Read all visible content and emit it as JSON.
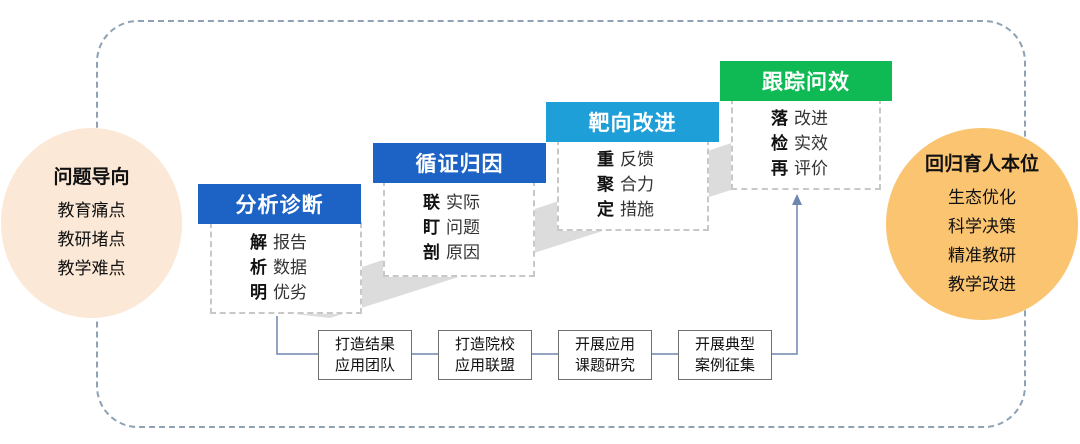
{
  "left_circle": {
    "title": "问题导向",
    "items": [
      "教育痛点",
      "教研堵点",
      "教学难点"
    ]
  },
  "right_circle": {
    "title": "回归育人本位",
    "items": [
      "生态优化",
      "科学决策",
      "精准教研",
      "教学改进"
    ]
  },
  "steps": [
    {
      "title": "分析诊断",
      "color": "#1d63c6",
      "lines": [
        {
          "key": "解",
          "text": "报告"
        },
        {
          "key": "析",
          "text": "数据"
        },
        {
          "key": "明",
          "text": "优劣"
        }
      ]
    },
    {
      "title": "循证归因",
      "color": "#1d63c6",
      "lines": [
        {
          "key": "联",
          "text": "实际"
        },
        {
          "key": "盯",
          "text": "问题"
        },
        {
          "key": "剖",
          "text": "原因"
        }
      ]
    },
    {
      "title": "靶向改进",
      "color": "#1f9fd8",
      "lines": [
        {
          "key": "重",
          "text": "反馈"
        },
        {
          "key": "聚",
          "text": "合力"
        },
        {
          "key": "定",
          "text": "措施"
        }
      ]
    },
    {
      "title": "跟踪问效",
      "color": "#0fba54",
      "lines": [
        {
          "key": "落",
          "text": "改进"
        },
        {
          "key": "检",
          "text": "实效"
        },
        {
          "key": "再",
          "text": "评价"
        }
      ]
    }
  ],
  "bottom_boxes": [
    {
      "line1": "打造结果",
      "line2": "应用团队"
    },
    {
      "line1": "打造院校",
      "line2": "应用联盟"
    },
    {
      "line1": "开展应用",
      "line2": "课题研究"
    },
    {
      "line1": "开展典型",
      "line2": "案例征集"
    }
  ],
  "colors": {
    "frame": "#8ea2b4",
    "arrow": "#dcdcdc",
    "connector": "#6f86ad"
  }
}
